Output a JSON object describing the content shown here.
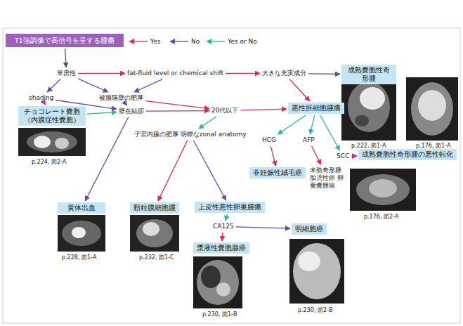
{
  "diagram": {
    "nodes": [
      {
        "text": [
          "T1強調像で高信号を呈する腫瘍"
        ]
      },
      {
        "text": [
          "単房性"
        ]
      },
      {
        "text": [
          "fat-fluid level or chemical shift"
        ]
      },
      {
        "text": [
          "大きな充実成分"
        ]
      },
      {
        "text": [
          "成熟嚢胞性奇形腫"
        ]
      },
      {
        "text": [
          "shading"
        ]
      },
      {
        "text": [
          "被膜隔壁の肥厚"
        ]
      },
      {
        "text": [
          "チョコレート嚢胞 （内膜症性嚢胞）"
        ]
      },
      {
        "text": [
          "壁在結節"
        ]
      },
      {
        "text": [
          "20代以下"
        ]
      },
      {
        "text": [
          "悪性胚細胞腫瘍"
        ]
      },
      {
        "text": [
          "子宮内膜の肥厚 明瞭なzonal anatomy"
        ]
      },
      {
        "text": [
          "HCG"
        ]
      },
      {
        "text": [
          "AFP"
        ]
      },
      {
        "text": [
          "SCC"
        ]
      },
      {
        "text": [
          "成熟嚢胞性奇形腫の悪性転化"
        ]
      },
      {
        "text": [
          "非妊娠性絨毛癌"
        ]
      },
      {
        "text": [
          "未熟奇形腫 胎児性癌 卵黄嚢腫瘍"
        ]
      },
      {
        "text": [
          "黄体出血"
        ]
      },
      {
        "text": [
          "顆粒膜細胞腫"
        ]
      },
      {
        "text": [
          "上皮性悪性卵巣腫瘍"
        ]
      },
      {
        "text": [
          "CA125"
        ]
      },
      {
        "text": [
          "漿液性嚢胞腺癌"
        ]
      },
      {
        "text": [
          "明細胞癌"
        ]
      }
    ],
    "edges": [
      {
        "from": 0,
        "to": 1,
        "arrow": "to"
      },
      {
        "from": 1,
        "to": 2,
        "arrow": "to"
      },
      {
        "from": 1,
        "to": 5,
        "arrow": "to"
      },
      {
        "from": 1,
        "to": 6,
        "arrow": "to"
      },
      {
        "from": 2,
        "to": 3,
        "arrow": "to"
      },
      {
        "from": 2,
        "to": 6,
        "arrow": "to"
      },
      {
        "from": 3,
        "to": 4,
        "arrow": "to"
      },
      {
        "from": 3,
        "to": 10,
        "arrow": "to"
      },
      {
        "from": 5,
        "to": 7,
        "arrow": "to"
      },
      {
        "from": 5,
        "to": 8,
        "arrow": "to"
      },
      {
        "from": 6,
        "to": 8,
        "arrow": "to"
      },
      {
        "from": 6,
        "to": 9,
        "arrow": "to"
      },
      {
        "from": 7,
        "to": 8,
        "arrow": "to"
      },
      {
        "from": 8,
        "to": 9,
        "arrow": "to"
      },
      {
        "from": 8,
        "to": 18,
        "arrow": "to"
      },
      {
        "from": 9,
        "to": 10,
        "arrow": "to"
      },
      {
        "from": 9,
        "to": 11,
        "arrow": "to"
      },
      {
        "from": 11,
        "to": 19,
        "arrow": "to"
      },
      {
        "from": 11,
        "to": 20,
        "arrow": "to"
      },
      {
        "from": 10,
        "to": 12,
        "arrow": "to"
      },
      {
        "from": 10,
        "to": 13,
        "arrow": "to"
      },
      {
        "from": 10,
        "to": 14,
        "arrow": "to"
      },
      {
        "from": 12,
        "to": 16,
        "arrow": "to"
      },
      {
        "from": 13,
        "to": 17,
        "arrow": "to"
      },
      {
        "from": 14,
        "to": 15,
        "arrow": "to"
      },
      {
        "from": 20,
        "to": 21,
        "arrow": "to"
      },
      {
        "from": 21,
        "to": 22,
        "arrow": "to"
      },
      {
        "from": 21,
        "to": 23,
        "arrow": "to"
      }
    ],
    "labels": [
      "p.222, 図1-A",
      "p.176, 図1-A",
      "p.224, 図2-A",
      "p.176, 図2-A",
      "p.228, 図1-A",
      "p.232, 図1-C",
      "p.230, 図1-B",
      "p.230, 図2-B"
    ],
    "legend": [
      {
        "text": "Yes"
      },
      {
        "text": "No"
      },
      {
        "text": "Yes or No"
      }
    ]
  }
}
